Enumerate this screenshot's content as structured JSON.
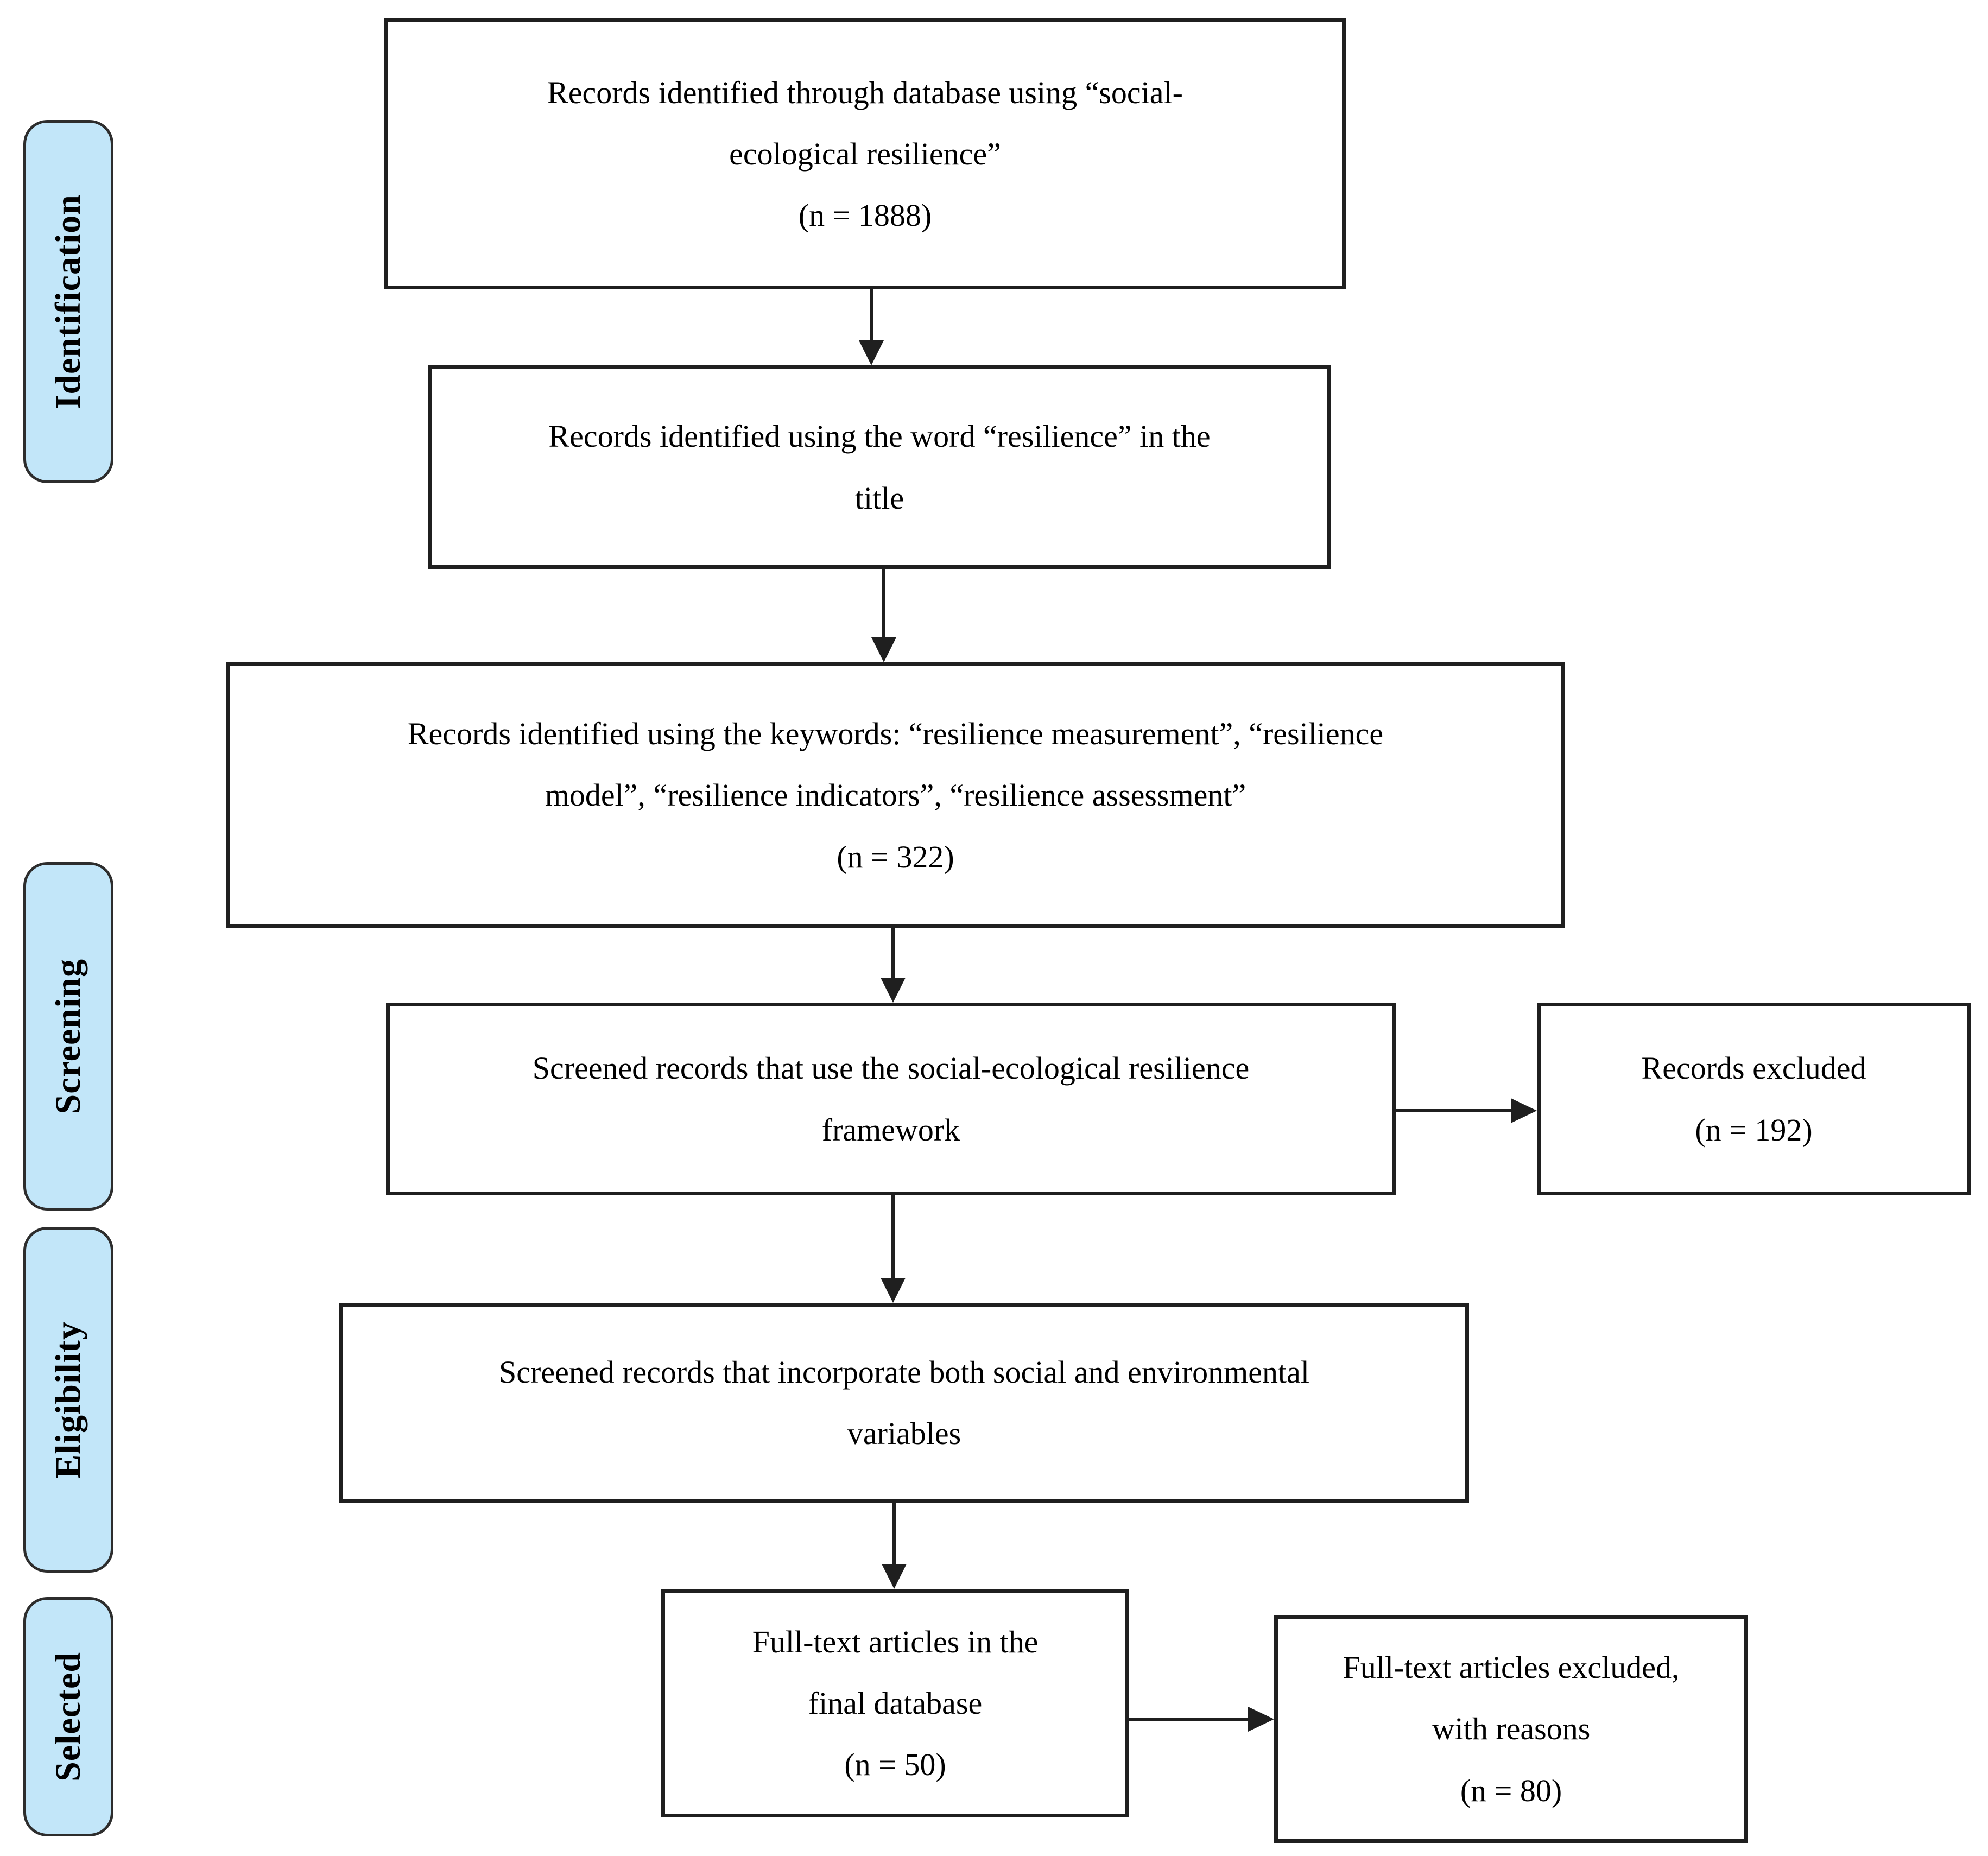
{
  "stages": [
    {
      "label": "Identification"
    },
    {
      "label": "Screening"
    },
    {
      "label": "Eligibility"
    },
    {
      "label": "Selected"
    }
  ],
  "boxes": [
    {
      "id": "identified-database",
      "lines": [
        "Records identified through database using “social-",
        "ecological resilience”",
        "(n = 1888)"
      ]
    },
    {
      "id": "identified-title",
      "lines": [
        "Records identified using the word “resilience” in the",
        "title"
      ]
    },
    {
      "id": "identified-keywords",
      "lines": [
        "Records identified using the keywords: “resilience measurement”, “resilience",
        "model”, “resilience indicators”, “resilience assessment”",
        "(n = 322)"
      ]
    },
    {
      "id": "screened-framework",
      "lines": [
        "Screened records that use the social-ecological resilience",
        "framework"
      ]
    },
    {
      "id": "records-excluded",
      "lines": [
        "Records excluded",
        "(n = 192)"
      ]
    },
    {
      "id": "screened-variables",
      "lines": [
        "Screened records that incorporate both social and environmental",
        "variables"
      ]
    },
    {
      "id": "final-database",
      "lines": [
        "Full-text articles in the",
        "final database",
        "(n = 50)"
      ]
    },
    {
      "id": "fulltext-excluded",
      "lines": [
        "Full-text articles excluded,",
        "with reasons",
        "(n = 80)"
      ]
    }
  ],
  "arrows": [
    {
      "from": "identified-database",
      "to": "identified-title",
      "direction": "down"
    },
    {
      "from": "identified-title",
      "to": "identified-keywords",
      "direction": "down"
    },
    {
      "from": "identified-keywords",
      "to": "screened-framework",
      "direction": "down"
    },
    {
      "from": "screened-framework",
      "to": "records-excluded",
      "direction": "right"
    },
    {
      "from": "screened-framework",
      "to": "screened-variables",
      "direction": "down"
    },
    {
      "from": "screened-variables",
      "to": "final-database",
      "direction": "down"
    },
    {
      "from": "final-database",
      "to": "fulltext-excluded",
      "direction": "right"
    }
  ],
  "colors": {
    "stage_fill": "#c2e6f9",
    "stage_border": "#2d2d2d",
    "box_border": "#1f1f1f",
    "arrow": "#1f1f1f",
    "background": "#ffffff",
    "text": "#000000"
  }
}
